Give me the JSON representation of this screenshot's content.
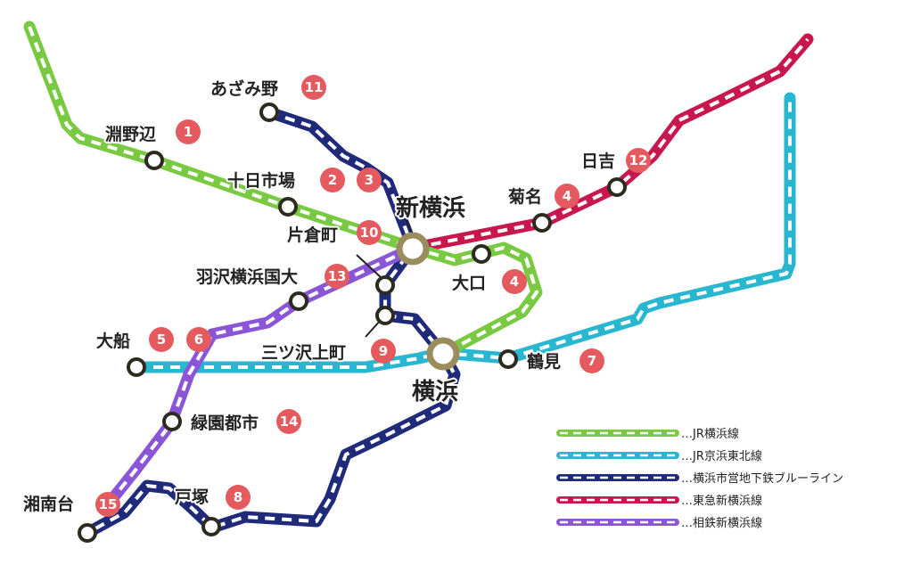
{
  "colors": {
    "jr_yokohama": "#7ac943",
    "jr_keihin": "#29b6d1",
    "blue_line": "#1f2a7a",
    "tokyu": "#c8174f",
    "sotetsu": "#8a55d6",
    "badge": "#e45a5e",
    "station_ring": "#2d2a1f",
    "major_ring": "#9a8c5c"
  },
  "stations": {
    "fuchinobe": {
      "name": "淵野辺",
      "num": "1"
    },
    "tokaichiba": {
      "name": "十日市場",
      "num": "2",
      "num2": "3"
    },
    "azamino": {
      "name": "あざみ野",
      "num": "11"
    },
    "katakuracho": {
      "name": "片倉町",
      "num": "10"
    },
    "shin_yokohama": {
      "name": "新横浜"
    },
    "kikuna": {
      "name": "菊名",
      "num": "4"
    },
    "hiyoshi": {
      "name": "日吉",
      "num": "12"
    },
    "oguchi": {
      "name": "大口",
      "num": "4"
    },
    "hazawa": {
      "name": "羽沢横浜国大",
      "num": "13"
    },
    "ofuna": {
      "name": "大船",
      "num": "5",
      "num2": "6"
    },
    "mitsuzawa": {
      "name": "三ツ沢上町",
      "num": "9"
    },
    "yokohama": {
      "name": "横浜"
    },
    "tsurumi": {
      "name": "鶴見",
      "num": "7"
    },
    "ryokuen": {
      "name": "緑園都市",
      "num": "14"
    },
    "totsuka": {
      "name": "戸塚",
      "num": "8"
    },
    "shonandai": {
      "name": "湘南台",
      "num": "15"
    }
  },
  "legend": [
    {
      "label": "…JR横浜線",
      "color": "#7ac943"
    },
    {
      "label": "…JR京浜東北線",
      "color": "#29b6d1"
    },
    {
      "label": "…横浜市営地下鉄ブルーライン",
      "color": "#1f2a7a"
    },
    {
      "label": "…東急新横浜線",
      "color": "#c8174f"
    },
    {
      "label": "…相鉄新横浜線",
      "color": "#8a55d6"
    }
  ]
}
